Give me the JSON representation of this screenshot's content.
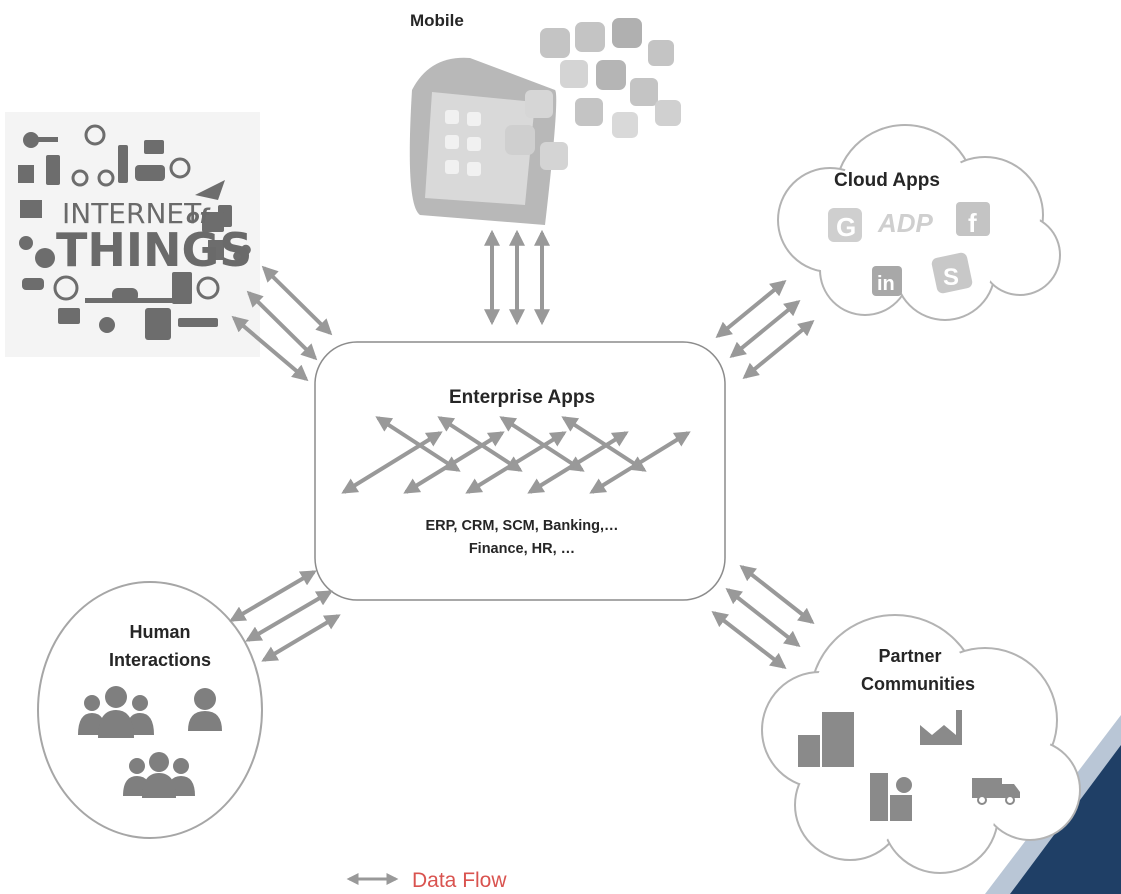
{
  "nodes": {
    "mobile": {
      "label": "Mobile"
    },
    "cloud": {
      "label": "Cloud Apps",
      "app_icons": [
        "google-icon",
        "adp-icon",
        "facebook-icon",
        "linkedin-icon",
        "salesforce-icon"
      ]
    },
    "enterprise": {
      "label": "Enterprise Apps",
      "line1": "ERP, CRM, SCM, Banking,…",
      "line2": "Finance, HR, …"
    },
    "human": {
      "label_line1": "Human",
      "label_line2": "Interactions"
    },
    "partner": {
      "label_line1": "Partner",
      "label_line2": "Communities"
    },
    "iot": {
      "line1_a": "INTERNET",
      "line1_b": "of",
      "line2": "THINGS"
    }
  },
  "legend": {
    "label": "Data Flow",
    "color": "#d9534f"
  },
  "colors": {
    "arrow": "#999999",
    "outline": "#b3b3b3",
    "icon": "#8a8a8a",
    "corner": "#1f4e79"
  },
  "ad_logo": "ADP"
}
